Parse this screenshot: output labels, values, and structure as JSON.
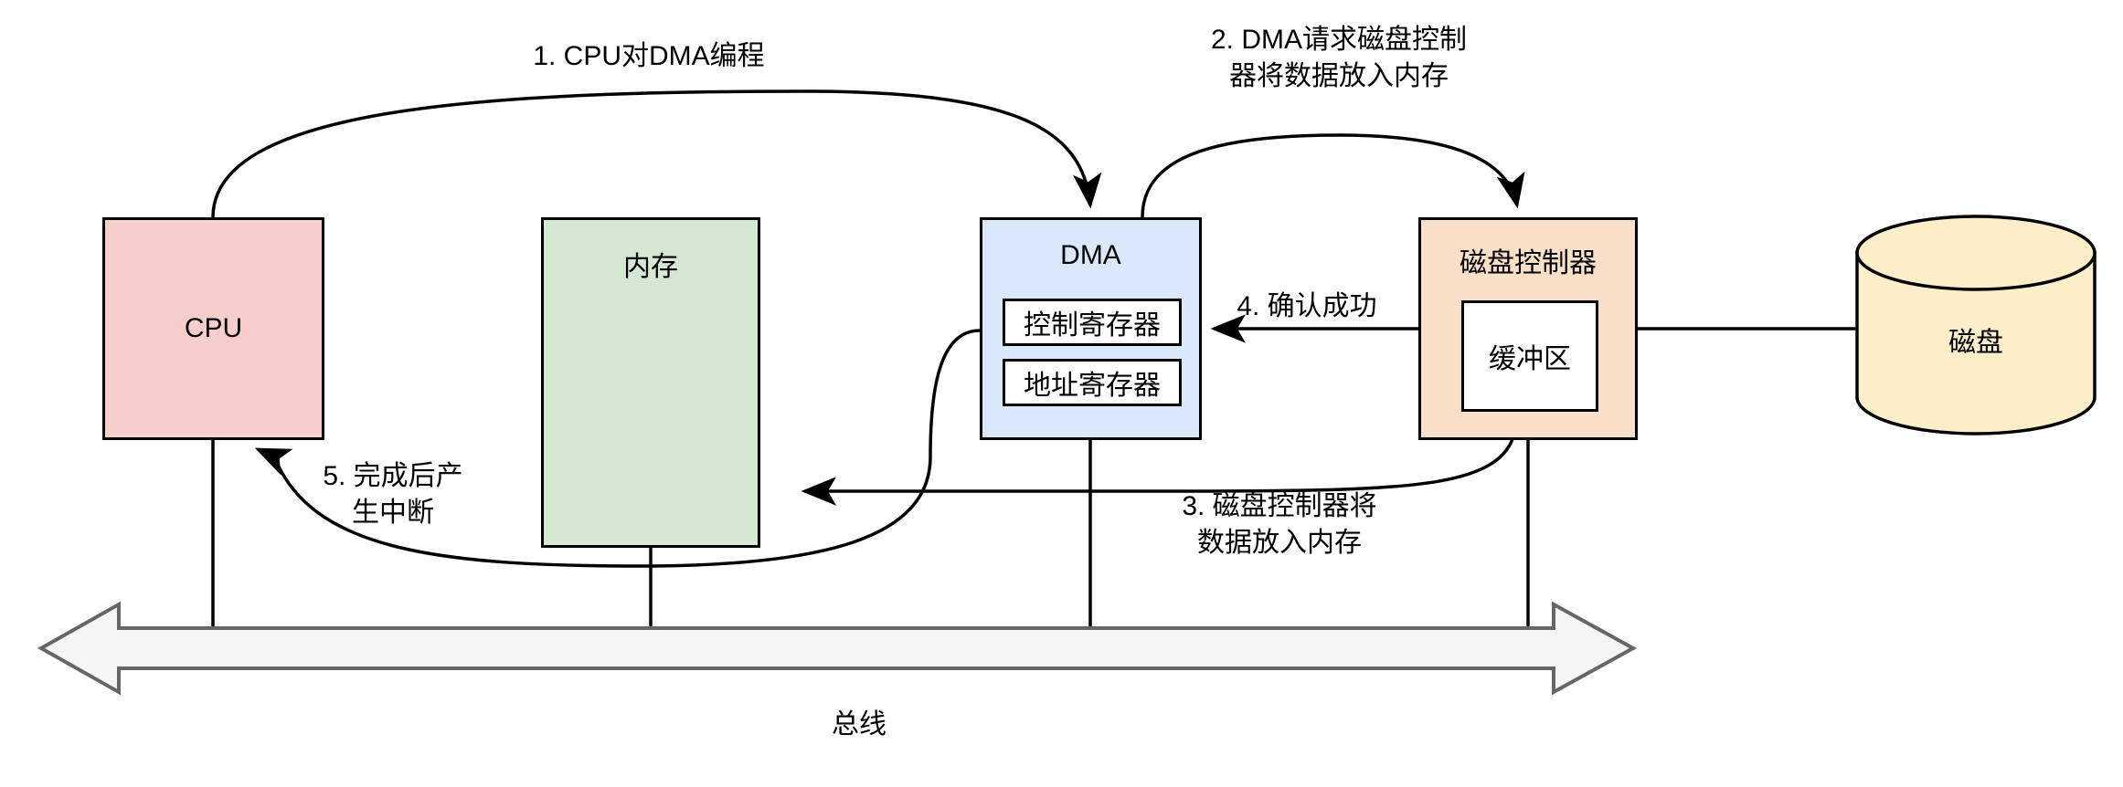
{
  "diagram": {
    "title_implicit": "DMA 数据传输流程图",
    "nodes": {
      "cpu": {
        "label": "CPU",
        "fill": "#f8cecc"
      },
      "memory": {
        "label": "内存",
        "fill": "#d5e8d4"
      },
      "dma": {
        "label": "DMA",
        "fill": "#dae8fc",
        "registers": [
          {
            "label": "控制寄存器"
          },
          {
            "label": "地址寄存器"
          }
        ]
      },
      "disk_controller": {
        "label": "磁盘控制器",
        "fill": "#fae0c8",
        "buffer": {
          "label": "缓冲区"
        }
      },
      "disk": {
        "label": "磁盘",
        "fill": "#fdeeca"
      }
    },
    "edges": [
      {
        "id": "step1",
        "label": "1. CPU对DMA编程",
        "from": "cpu",
        "to": "dma"
      },
      {
        "id": "step2",
        "label": "2. DMA请求磁盘控制\n器将数据放入内存",
        "from": "dma",
        "to": "disk_controller"
      },
      {
        "id": "step3",
        "label": "3. 磁盘控制器将\n数据放入内存",
        "from": "disk_controller",
        "to": "memory"
      },
      {
        "id": "step4",
        "label": "4. 确认成功",
        "from": "disk_controller",
        "to": "dma"
      },
      {
        "id": "step5",
        "label": "5. 完成后产\n生中断",
        "from": "dma",
        "to": "cpu"
      }
    ],
    "bus": {
      "label": "总线",
      "fill": "#f5f5f5",
      "stroke": "#666666"
    },
    "colors": {
      "stroke": "#000000",
      "background": "#ffffff",
      "bus_fill": "#f5f5f5",
      "bus_stroke": "#666666"
    }
  }
}
